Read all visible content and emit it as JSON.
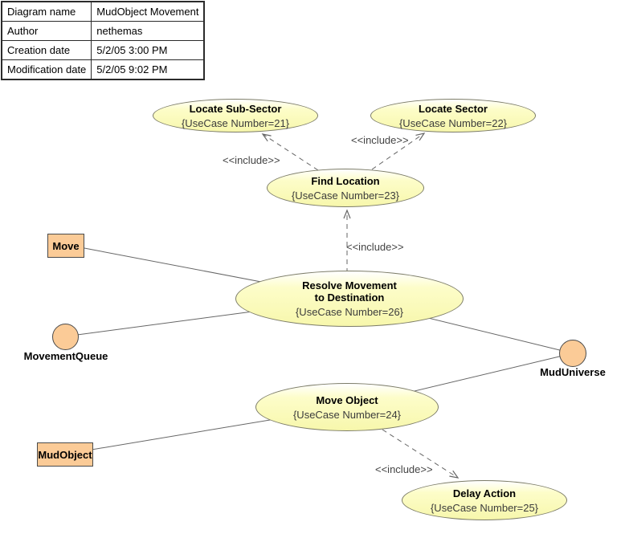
{
  "diagram": {
    "info_table": {
      "rows": [
        {
          "label": "Diagram name",
          "value": "MudObject Movement"
        },
        {
          "label": "Author",
          "value": "nethemas"
        },
        {
          "label": "Creation date",
          "value": "5/2/05 3:00 PM"
        },
        {
          "label": "Modification date",
          "value": "5/2/05 9:02 PM"
        }
      ]
    },
    "use_cases": [
      {
        "title": "Locate Sub-Sector",
        "number": "{UseCase Number=21}"
      },
      {
        "title": "Locate Sector",
        "number": "{UseCase Number=22}"
      },
      {
        "title": "Find Location",
        "number": "{UseCase Number=23}"
      },
      {
        "title": "Resolve Movement\nto Destination",
        "number": "{UseCase Number=26}"
      },
      {
        "title": "Move Object",
        "number": "{UseCase Number=24}"
      },
      {
        "title": "Delay Action",
        "number": "{UseCase Number=25}"
      }
    ],
    "actors": {
      "move": "Move",
      "movement_queue": "MovementQueue",
      "mud_universe": "MudUniverse",
      "mud_object": "MudObject"
    },
    "include_stereotype": "<<include>>",
    "colors": {
      "use_case_fill": "#fcfcc0",
      "actor_fill": "#fbcb97",
      "connector": "#666666",
      "border_dark": "#4a4a4a"
    }
  }
}
